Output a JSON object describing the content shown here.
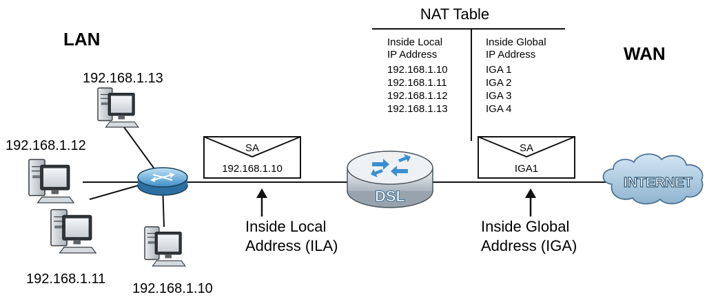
{
  "lan_label": "LAN",
  "wan_label": "WAN",
  "hosts": {
    "h13": "192.168.1.13",
    "h12": "192.168.1.12",
    "h11": "192.168.1.11",
    "h10": "192.168.1.10"
  },
  "nat_table": {
    "title": "NAT Table",
    "left_header": [
      "Inside Local",
      "IP Address"
    ],
    "right_header": [
      "Inside Global",
      "IP Address"
    ],
    "rows": [
      {
        "local": "192.168.1.10",
        "global": "IGA 1"
      },
      {
        "local": "192.168.1.11",
        "global": "IGA 2"
      },
      {
        "local": "192.168.1.12",
        "global": "IGA 3"
      },
      {
        "local": "192.168.1.13",
        "global": "IGA 4"
      }
    ]
  },
  "packet_local": {
    "header": "SA",
    "value": "192.168.1.10"
  },
  "packet_global": {
    "header": "SA",
    "value": "IGA1"
  },
  "router_label": "DSL",
  "cloud_label": "INTERNET",
  "ila_label": [
    "Inside Local",
    "Address (ILA)"
  ],
  "iga_label": [
    "Inside Global",
    "Address (IGA)"
  ]
}
